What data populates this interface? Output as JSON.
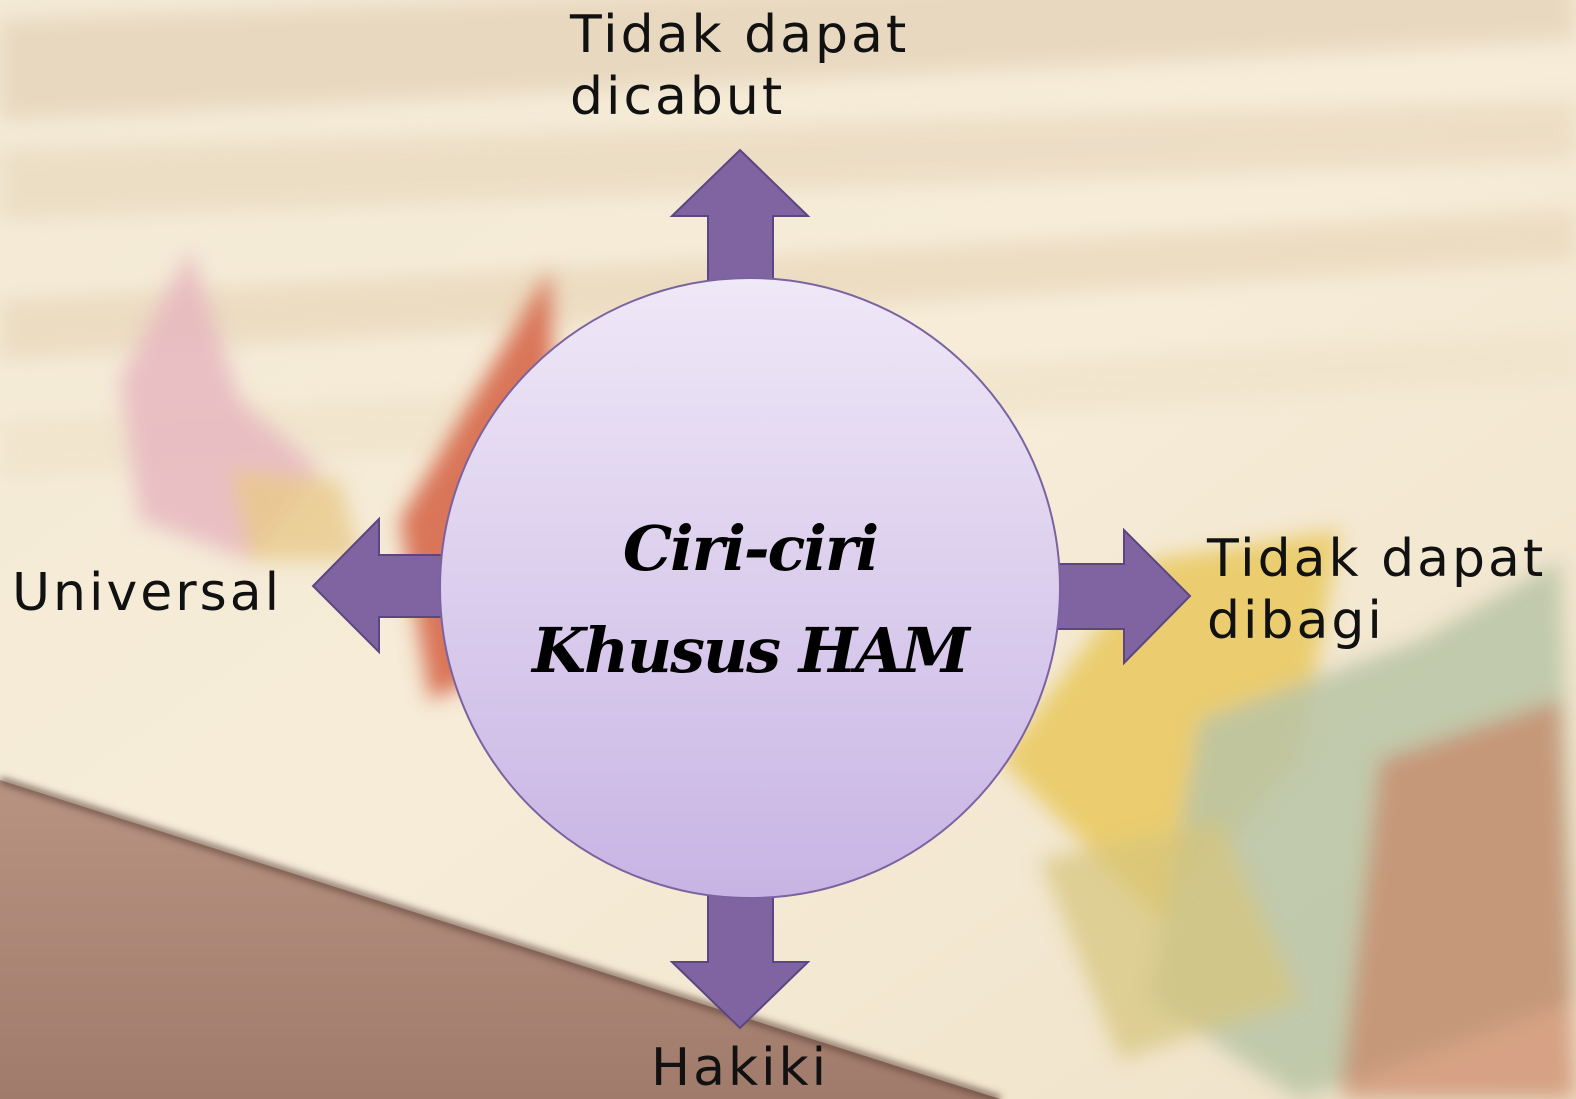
{
  "center": {
    "line1": "Ciri-ciri",
    "line2": "Khusus HAM"
  },
  "labels": {
    "top": {
      "line1": "Tidak dapat",
      "line2": "dicabut"
    },
    "right": {
      "line1": "Tidak dapat",
      "line2": "dibagi"
    },
    "left": {
      "line1": "Universal"
    },
    "bottom": {
      "line1": "Hakiki"
    }
  },
  "colors": {
    "arrow_fill": "#8064a2",
    "arrow_stroke": "#5c4680",
    "circle_top": "#efe8f7",
    "circle_bottom": "#c8b4e4",
    "circle_stroke": "#7a63a0"
  },
  "icons": {
    "arrows": [
      "arrow-up-icon",
      "arrow-right-icon",
      "arrow-down-icon",
      "arrow-left-icon"
    ]
  }
}
